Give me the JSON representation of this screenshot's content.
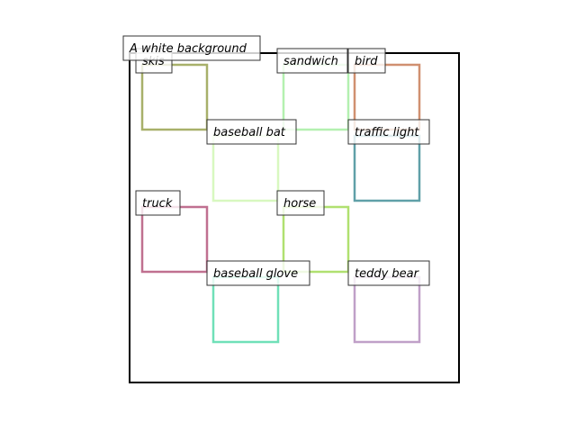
{
  "caption": "A white background",
  "objects": [
    {
      "id": "skis",
      "label": "skis",
      "color": "#a8b06a"
    },
    {
      "id": "sandwich",
      "label": "sandwich",
      "color": "#b4f0b0"
    },
    {
      "id": "bird",
      "label": "bird",
      "color": "#d09070"
    },
    {
      "id": "baseball-bat",
      "label": "baseball bat",
      "color": "#d8f8c0"
    },
    {
      "id": "traffic-light",
      "label": "traffic light",
      "color": "#60a0a8"
    },
    {
      "id": "truck",
      "label": "truck",
      "color": "#c07090"
    },
    {
      "id": "horse",
      "label": "horse",
      "color": "#b0e070"
    },
    {
      "id": "baseball-glove",
      "label": "baseball glove",
      "color": "#70e0b8"
    },
    {
      "id": "teddy-bear",
      "label": "teddy bear",
      "color": "#c0a0c8"
    }
  ]
}
